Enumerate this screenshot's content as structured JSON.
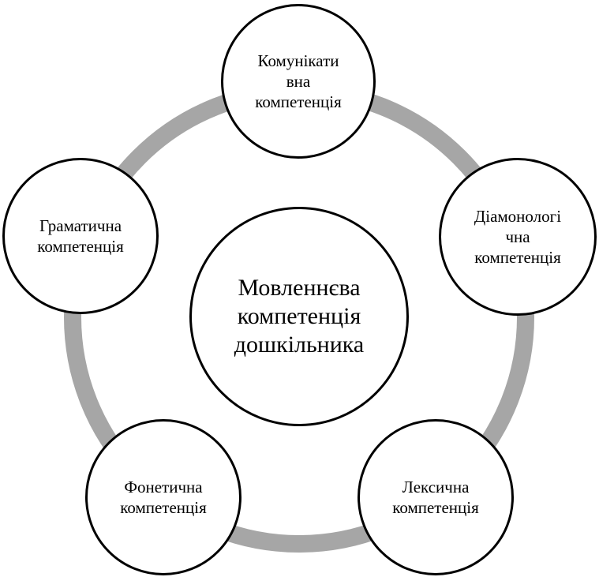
{
  "diagram": {
    "center": {
      "lines": [
        "Мовленнєва",
        "компетенція",
        "дошкільника"
      ]
    },
    "nodes": {
      "communicative": {
        "lines": [
          "Комунікати",
          "вна",
          "компетенція"
        ]
      },
      "diamonological": {
        "lines": [
          "Діамонологі",
          "чна",
          "компетенція"
        ]
      },
      "grammatical": {
        "lines": [
          "Граматична",
          "компетенція"
        ]
      },
      "phonetic": {
        "lines": [
          "Фонетична",
          "компетенція"
        ]
      },
      "lexical": {
        "lines": [
          "Лексична",
          "компетенція"
        ]
      }
    },
    "colors": {
      "ring": "#a6a6a6",
      "outline": "#000000",
      "fill": "#ffffff",
      "text": "#000000"
    }
  }
}
